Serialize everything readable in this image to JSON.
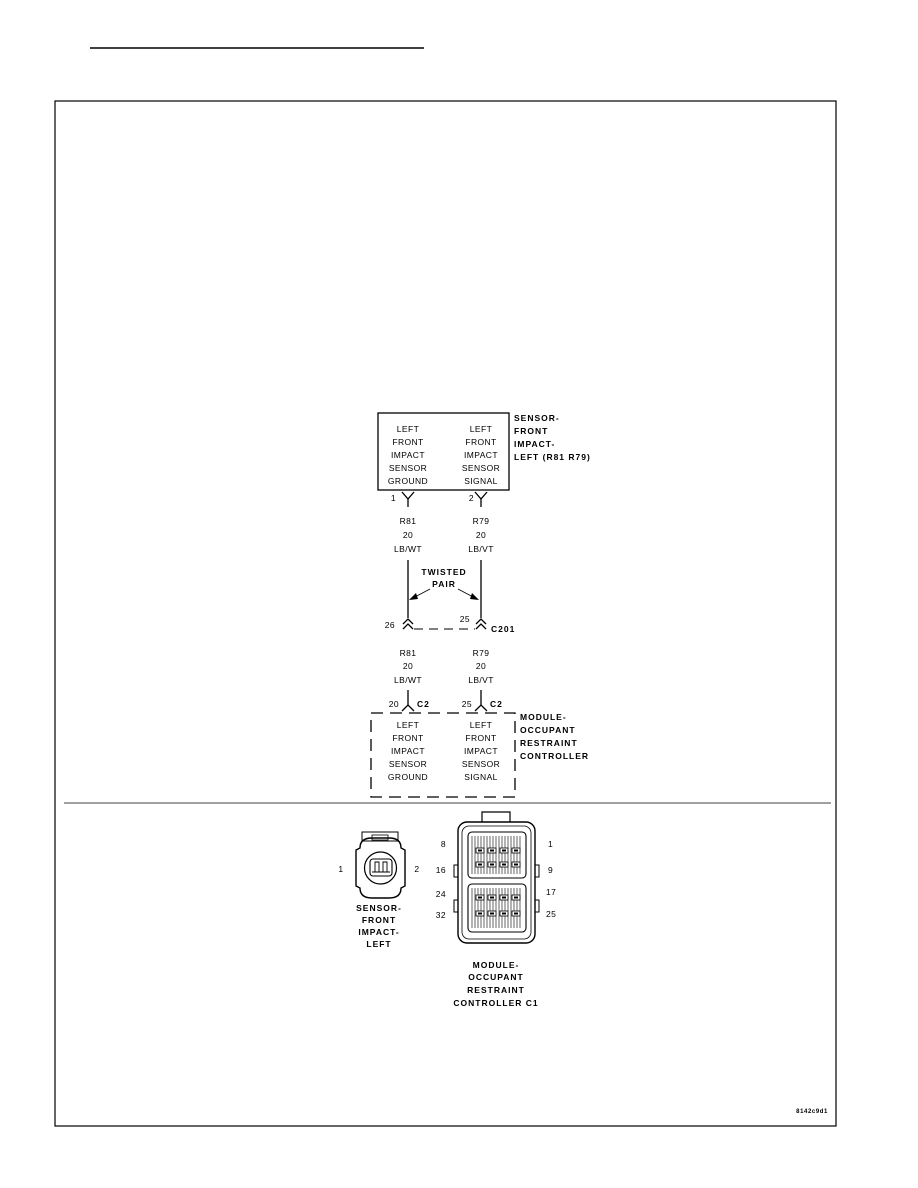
{
  "sensor_box": {
    "ground_lines": [
      "LEFT",
      "FRONT",
      "IMPACT",
      "SENSOR",
      "GROUND"
    ],
    "signal_lines": [
      "LEFT",
      "FRONT",
      "IMPACT",
      "SENSOR",
      "SIGNAL"
    ],
    "title_lines": [
      "SENSOR-",
      "FRONT",
      "IMPACT-",
      "LEFT (R81 R79)"
    ]
  },
  "sensor_pins": {
    "left": "1",
    "right": "2"
  },
  "wire_upper_left": [
    "R81",
    "20",
    "LB/WT"
  ],
  "wire_upper_right": [
    "R79",
    "20",
    "LB/VT"
  ],
  "twisted_pair": [
    "TWISTED",
    "PAIR"
  ],
  "c201": {
    "pin_left": "26",
    "pin_right": "25",
    "label": "C201"
  },
  "wire_lower_left": [
    "R81",
    "20",
    "LB/WT"
  ],
  "wire_lower_right": [
    "R79",
    "20",
    "LB/VT"
  ],
  "c2": {
    "pin_left": "20",
    "pin_right": "25",
    "label": "C2"
  },
  "module_box": {
    "ground_lines": [
      "LEFT",
      "FRONT",
      "IMPACT",
      "SENSOR",
      "GROUND"
    ],
    "signal_lines": [
      "LEFT",
      "FRONT",
      "IMPACT",
      "SENSOR",
      "SIGNAL"
    ],
    "title_lines": [
      "MODULE-",
      "OCCUPANT",
      "RESTRAINT",
      "CONTROLLER"
    ]
  },
  "sensor_connector": {
    "pin_left": "1",
    "pin_right": "2",
    "caption_lines": [
      "SENSOR-",
      "FRONT",
      "IMPACT-",
      "LEFT"
    ]
  },
  "module_connector": {
    "pin_numbers_left": [
      "8",
      "16",
      "24",
      "32"
    ],
    "pin_numbers_right": [
      "1",
      "9",
      "17",
      "25"
    ],
    "caption_lines": [
      "MODULE-",
      "OCCUPANT",
      "RESTRAINT",
      "CONTROLLER C1"
    ]
  },
  "figure_id": "8142c9d1"
}
